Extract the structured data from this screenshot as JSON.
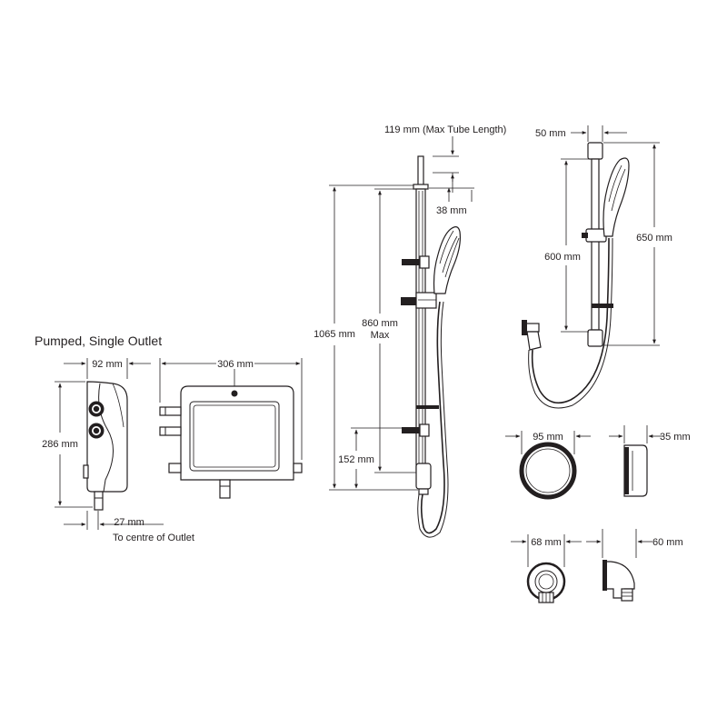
{
  "title": "Pumped, Single Outlet",
  "labels": {
    "unit_width": "92 mm",
    "unit_height": "286 mm",
    "outlet_offset": "27 mm",
    "outlet_note": "To centre of Outlet",
    "back_width": "306 mm",
    "max_tube": "119 mm (Max Tube Length)",
    "tube_38": "38 mm",
    "rail_1065": "1065 mm",
    "rail_860": "860 mm",
    "rail_860_max": "Max",
    "rail_152": "152 mm",
    "kit_50": "50 mm",
    "kit_600": "600 mm",
    "kit_650": "650 mm",
    "soap_95": "95 mm",
    "soap_35": "35 mm",
    "elbow_68": "68 mm",
    "elbow_60": "60 mm"
  }
}
